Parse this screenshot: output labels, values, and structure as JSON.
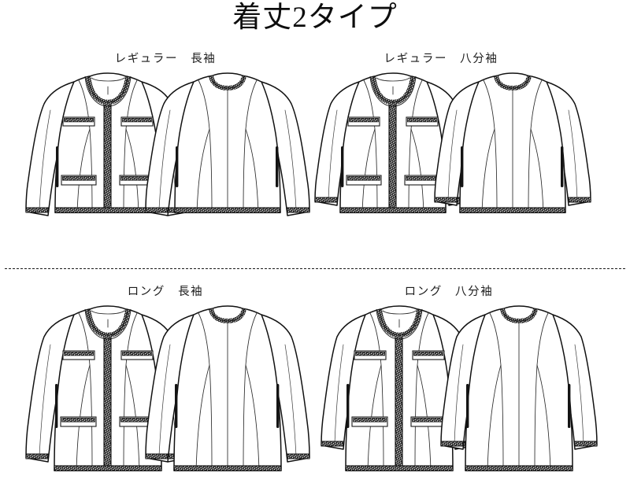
{
  "page": {
    "title": "着丈2タイプ",
    "background_color": "#ffffff",
    "ink_color": "#111111",
    "divider": {
      "style": "dashed",
      "color": "#1a1a1a"
    }
  },
  "sections": [
    {
      "id": "regular-long-sleeve",
      "caption": "レギュラー　長袖",
      "length": "レギュラー",
      "sleeve": "長袖",
      "views": [
        "front",
        "back"
      ]
    },
    {
      "id": "regular-three-quarter-sleeve",
      "caption": "レギュラー　八分袖",
      "length": "レギュラー",
      "sleeve": "八分袖",
      "views": [
        "front",
        "back"
      ]
    },
    {
      "id": "long-long-sleeve",
      "caption": "ロング　長袖",
      "length": "ロング",
      "sleeve": "長袖",
      "views": [
        "front",
        "back"
      ]
    },
    {
      "id": "long-three-quarter-sleeve",
      "caption": "ロング　八分袖",
      "length": "ロング",
      "sleeve": "八分袖",
      "views": [
        "front",
        "back"
      ]
    }
  ],
  "garment": {
    "type": "collarless braid-trimmed jacket",
    "details": [
      "round neckline with braid trim",
      "center front braid placket",
      "two chest welt pockets with braid trim",
      "two hip welt pockets with braid trim",
      "braid trim at hem",
      "braid trim at cuffs",
      "princess seams front and back",
      "center back seam"
    ]
  }
}
